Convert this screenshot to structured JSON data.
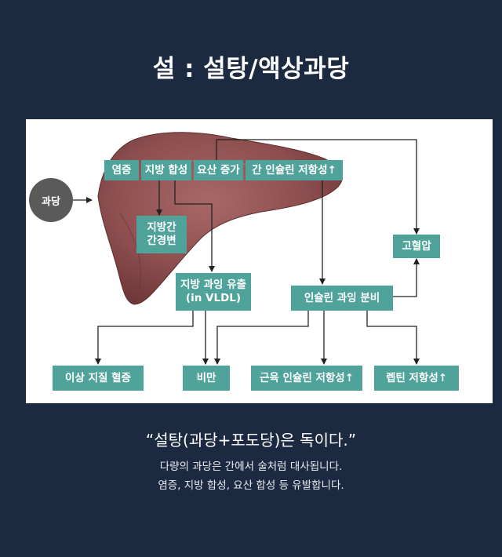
{
  "title": "설 : 설탕/액상과당",
  "diagram": {
    "input": "과당",
    "effects": {
      "inflammation": "염증",
      "lipogenesis": "지방 합성",
      "uric_acid": "요산 증가",
      "insulin_resistance": "간 인슐린 저항성↑"
    },
    "fatty_liver_line1": "지방간",
    "fatty_liver_line2": "간경변",
    "hypertension": "고혈압",
    "vldl_line1": "지방 과잉 유출",
    "vldl_line2": "(in VLDL)",
    "insulin_oversecretion": "인슐린 과잉 분비",
    "outcomes": {
      "dyslipidemia": "이상 지질 혈증",
      "obesity": "비만",
      "muscle_insulin_resistance": "근육 인슐린 저항성↑",
      "leptin_resistance": "렙틴 저항성↑"
    }
  },
  "quote": "“설탕(과당+포도당)은 독이다.”",
  "description": [
    "다량의 과당은 간에서 술처럼 대사됩니다.",
    "염증, 지방 합성, 요산 합성 등 유발합니다."
  ],
  "colors": {
    "background": "#1b2a40",
    "panel": "#ffffff",
    "box": "#4fa39a",
    "liver": "#8e4f4f",
    "circle": "#5a5a5a"
  }
}
